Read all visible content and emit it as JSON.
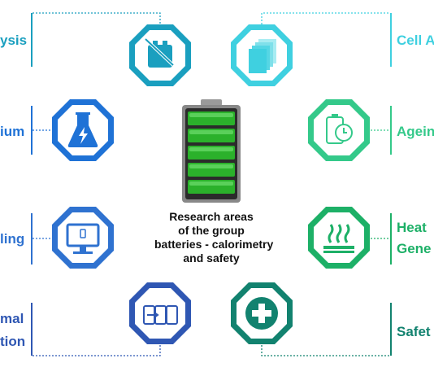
{
  "colors": {
    "teal": "#1a9fbf",
    "lightTeal": "#3fd0e0",
    "blue": "#1f72d6",
    "green": "#1db067",
    "mint": "#34c98a",
    "indigo": "#2f57b3",
    "darkTeal": "#12826f",
    "battery": "#2bb12b"
  },
  "center": {
    "line1": "Research areas",
    "line2": "of the group",
    "line3": "batteries - calorimetry",
    "line4": "and safety"
  },
  "labels": {
    "left1": "ysis",
    "left2": "ium",
    "left3": "ling",
    "left4a": "mal",
    "left4b": "tion",
    "right1": "Cell A",
    "right2": "Agein",
    "right3a": "Heat",
    "right3b": "Gene",
    "right4": "Safet"
  },
  "icons": {
    "left1": "battery-analysis-icon",
    "right1": "cell-assembly-icon",
    "left2": "flask-icon",
    "right2": "battery-ageing-icon",
    "left3": "monitor-icon",
    "right3": "heat-generation-icon",
    "left4": "thermal-cells-icon",
    "right4": "safety-plus-icon"
  }
}
